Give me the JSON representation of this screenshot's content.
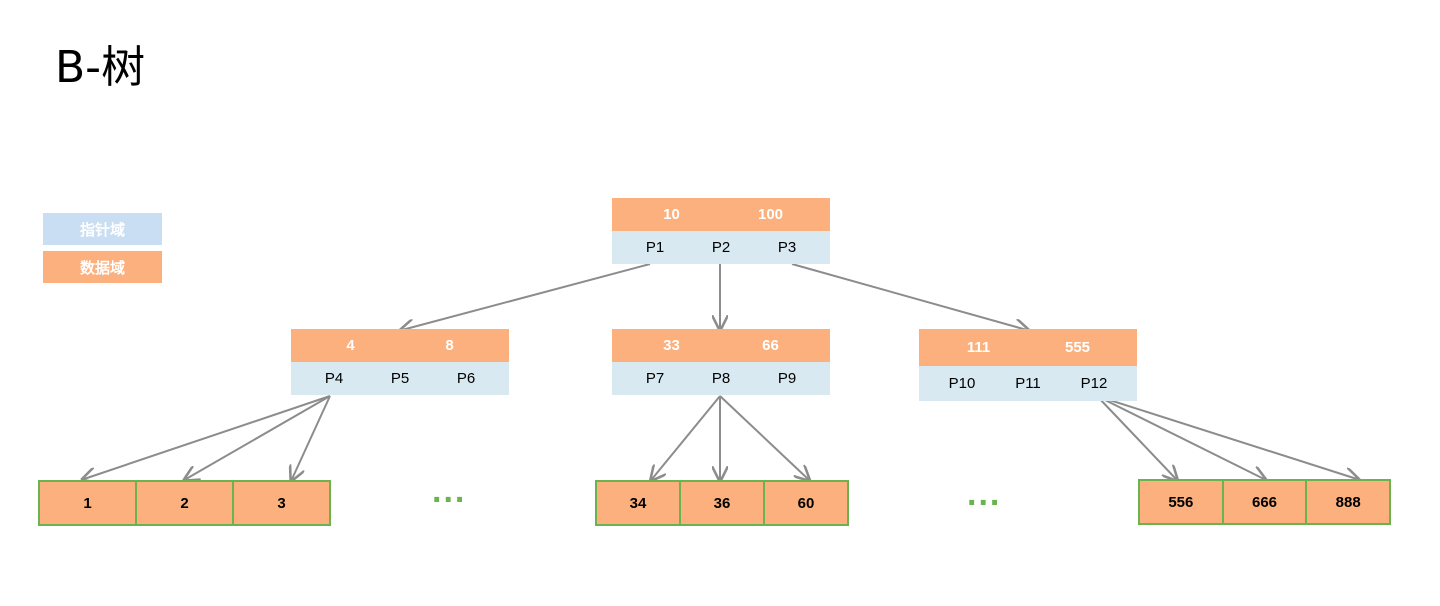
{
  "title": "B-树",
  "legend": {
    "pointer": "指针域",
    "data": "数据域"
  },
  "colors": {
    "data": "#fbb07d",
    "pointer": "#d8e9f2",
    "leaf_border": "#6ab34f",
    "edge": "#8c8c8c"
  },
  "root": {
    "keys": [
      "10",
      "100"
    ],
    "pointers": [
      "P1",
      "P2",
      "P3"
    ]
  },
  "level2": [
    {
      "keys": [
        "4",
        "8"
      ],
      "pointers": [
        "P4",
        "P5",
        "P6"
      ]
    },
    {
      "keys": [
        "33",
        "66"
      ],
      "pointers": [
        "P7",
        "P8",
        "P9"
      ]
    },
    {
      "keys": [
        "111",
        "555"
      ],
      "pointers": [
        "P10",
        "P11",
        "P12"
      ]
    }
  ],
  "leaves": [
    {
      "keys": [
        "1",
        "2",
        "3"
      ]
    },
    {
      "keys": [
        "34",
        "36",
        "60"
      ]
    },
    {
      "keys": [
        "556",
        "666",
        "888"
      ]
    }
  ],
  "ellipsis": [
    "...",
    "..."
  ]
}
